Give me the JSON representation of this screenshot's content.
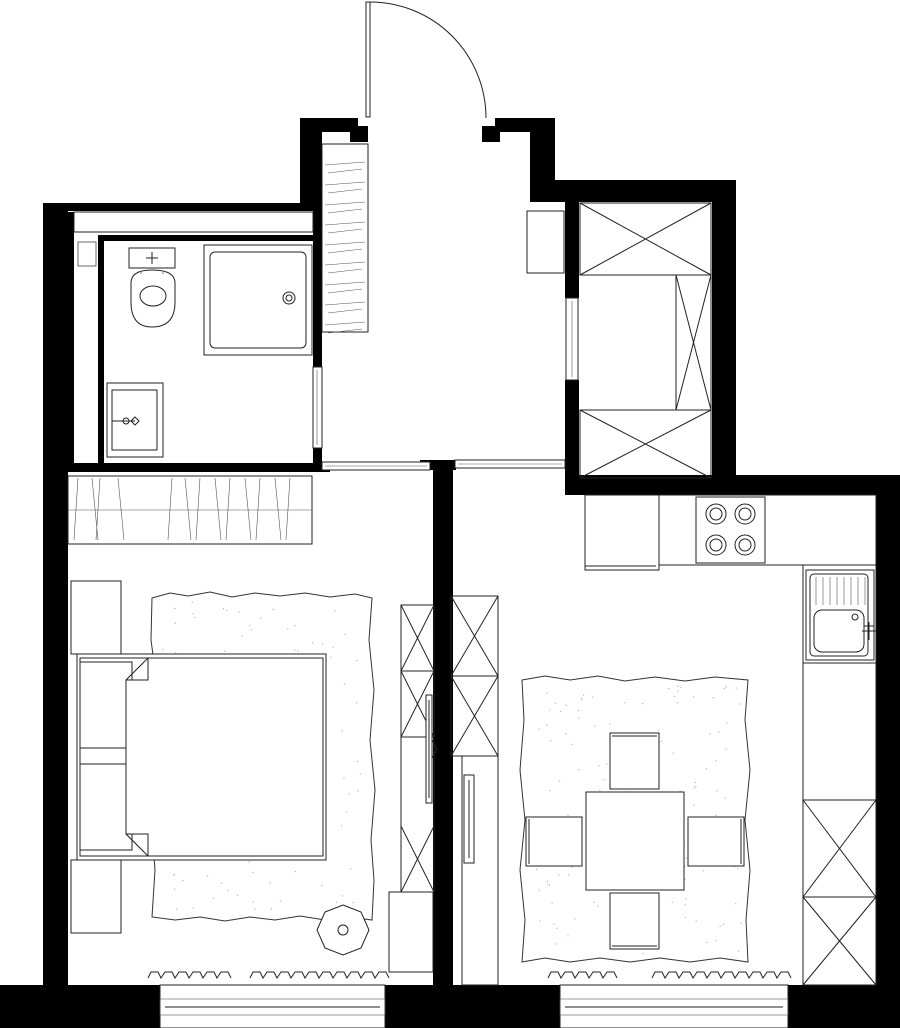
{
  "plan": {
    "rooms": [
      "bathroom",
      "hallway",
      "bedroom",
      "kitchen-dining",
      "storage"
    ],
    "colors": {
      "wall": "#000000",
      "line": "#222222",
      "background": "#ffffff"
    }
  }
}
